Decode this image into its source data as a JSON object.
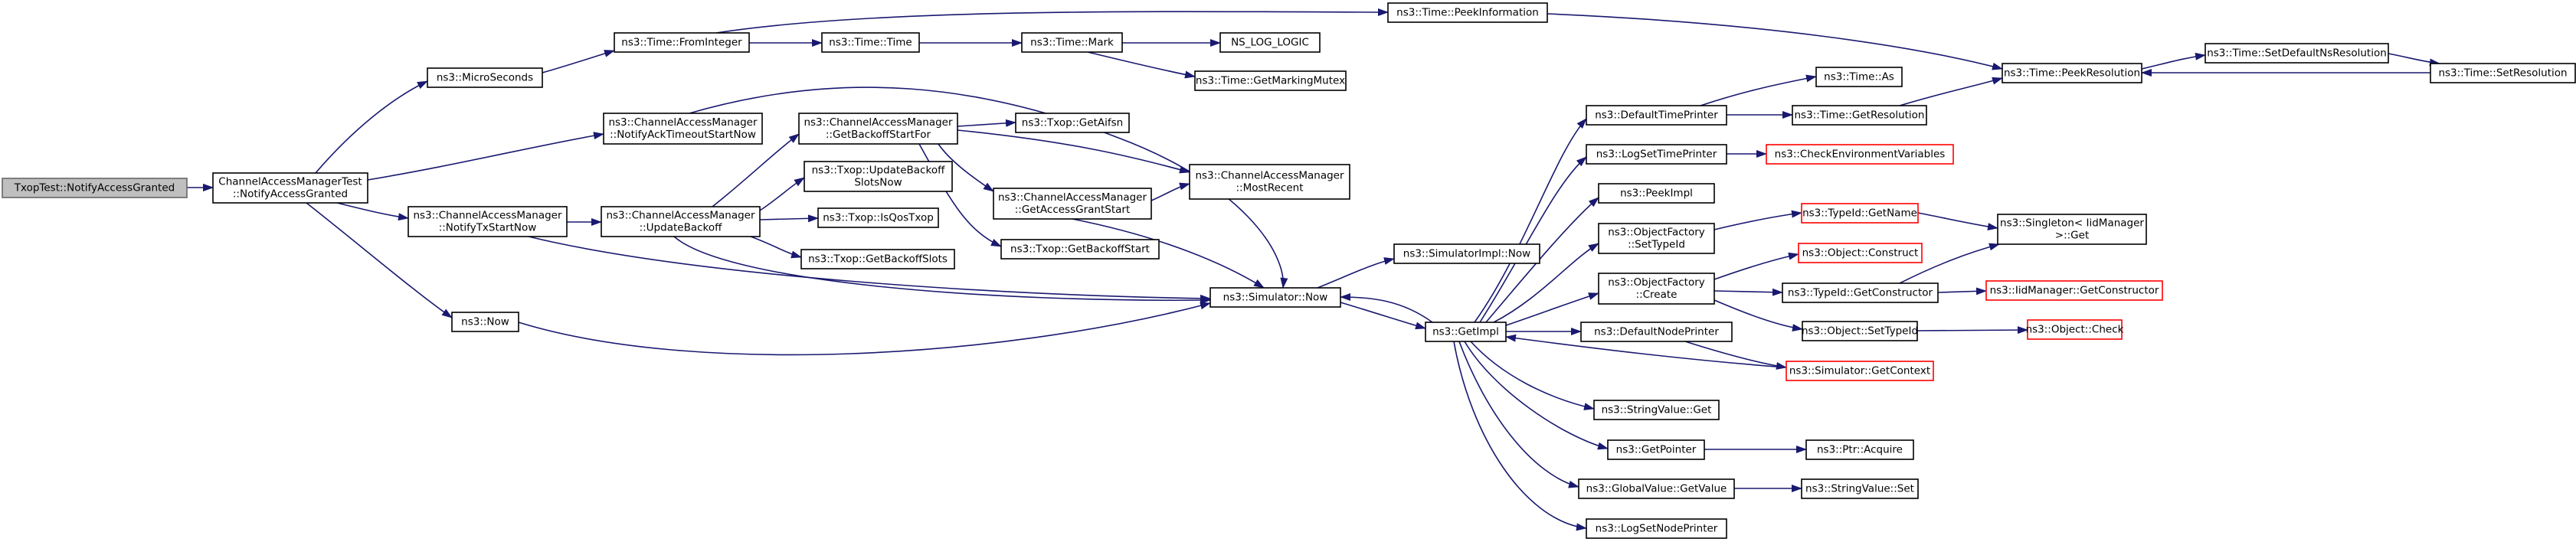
{
  "graph": {
    "edge_color": "#191970",
    "truncated_border_color": "#ff0000",
    "root_fill": "#bfbfbf",
    "nodes": [
      {
        "id": "root",
        "lines": [
          "TxopTest::NotifyAccessGranted"
        ],
        "style": "root"
      },
      {
        "id": "camt",
        "lines": [
          "ChannelAccessManagerTest",
          "::NotifyAccessGranted"
        ]
      },
      {
        "id": "micro",
        "lines": [
          "ns3::MicroSeconds"
        ]
      },
      {
        "id": "ackto",
        "lines": [
          "ns3::ChannelAccessManager",
          "::NotifyAckTimeoutStartNow"
        ]
      },
      {
        "id": "txstart",
        "lines": [
          "ns3::ChannelAccessManager",
          "::NotifyTxStartNow"
        ]
      },
      {
        "id": "now",
        "lines": [
          "ns3::Now"
        ]
      },
      {
        "id": "fromint",
        "lines": [
          "ns3::Time::FromInteger"
        ]
      },
      {
        "id": "updbo",
        "lines": [
          "ns3::ChannelAccessManager",
          "::UpdateBackoff"
        ]
      },
      {
        "id": "timetime",
        "lines": [
          "ns3::Time::Time"
        ]
      },
      {
        "id": "getbsf",
        "lines": [
          "ns3::ChannelAccessManager",
          "::GetBackoffStartFor"
        ]
      },
      {
        "id": "txupd",
        "lines": [
          "ns3::Txop::UpdateBackoff",
          "SlotsNow"
        ]
      },
      {
        "id": "isqos",
        "lines": [
          "ns3::Txop::IsQosTxop"
        ]
      },
      {
        "id": "getbos",
        "lines": [
          "ns3::Txop::GetBackoffSlots"
        ]
      },
      {
        "id": "mark",
        "lines": [
          "ns3::Time::Mark"
        ]
      },
      {
        "id": "aifsn",
        "lines": [
          "ns3::Txop::GetAifsn"
        ]
      },
      {
        "id": "gags",
        "lines": [
          "ns3::ChannelAccessManager",
          "::GetAccessGrantStart"
        ]
      },
      {
        "id": "getbostart",
        "lines": [
          "ns3::Txop::GetBackoffStart"
        ]
      },
      {
        "id": "simnow",
        "lines": [
          "ns3::Simulator::Now"
        ]
      },
      {
        "id": "nslog",
        "lines": [
          "NS_LOG_LOGIC"
        ]
      },
      {
        "id": "markmutex",
        "lines": [
          "ns3::Time::GetMarkingMutex"
        ]
      },
      {
        "id": "mostrecent",
        "lines": [
          "ns3::ChannelAccessManager",
          "::MostRecent"
        ]
      },
      {
        "id": "peekinfo",
        "lines": [
          "ns3::Time::PeekInformation"
        ]
      },
      {
        "id": "simimplnow",
        "lines": [
          "ns3::SimulatorImpl::Now"
        ]
      },
      {
        "id": "getimpl",
        "lines": [
          "ns3::GetImpl"
        ]
      },
      {
        "id": "deftp",
        "lines": [
          "ns3::DefaultTimePrinter"
        ]
      },
      {
        "id": "logstp",
        "lines": [
          "ns3::LogSetTimePrinter"
        ]
      },
      {
        "id": "peekimpl",
        "lines": [
          "ns3::PeekImpl"
        ]
      },
      {
        "id": "ofsettid",
        "lines": [
          "ns3::ObjectFactory",
          "::SetTypeId"
        ]
      },
      {
        "id": "ofcreate",
        "lines": [
          "ns3::ObjectFactory",
          "::Create"
        ]
      },
      {
        "id": "defnp",
        "lines": [
          "ns3::DefaultNodePrinter"
        ]
      },
      {
        "id": "strvget",
        "lines": [
          "ns3::StringValue::Get"
        ]
      },
      {
        "id": "getptr",
        "lines": [
          "ns3::GetPointer"
        ]
      },
      {
        "id": "gvget",
        "lines": [
          "ns3::GlobalValue::GetValue"
        ]
      },
      {
        "id": "logsnp",
        "lines": [
          "ns3::LogSetNodePrinter"
        ]
      },
      {
        "id": "timeas",
        "lines": [
          "ns3::Time::As"
        ]
      },
      {
        "id": "timegetres",
        "lines": [
          "ns3::Time::GetResolution"
        ]
      },
      {
        "id": "checkenv",
        "lines": [
          "ns3::CheckEnvironmentVariables"
        ],
        "style": "trunc"
      },
      {
        "id": "tidgetname",
        "lines": [
          "ns3::TypeId::GetName"
        ],
        "style": "trunc"
      },
      {
        "id": "objconstruct",
        "lines": [
          "ns3::Object::Construct"
        ],
        "style": "trunc"
      },
      {
        "id": "tidgetctor",
        "lines": [
          "ns3::TypeId::GetConstructor"
        ]
      },
      {
        "id": "objsettid",
        "lines": [
          "ns3::Object::SetTypeId"
        ]
      },
      {
        "id": "simgetctx",
        "lines": [
          "ns3::Simulator::GetContext"
        ],
        "style": "trunc"
      },
      {
        "id": "ptracquire",
        "lines": [
          "ns3::Ptr::Acquire"
        ]
      },
      {
        "id": "strvset",
        "lines": [
          "ns3::StringValue::Set"
        ]
      },
      {
        "id": "peekres",
        "lines": [
          "ns3::Time::PeekResolution"
        ]
      },
      {
        "id": "singleton",
        "lines": [
          "ns3::Singleton< IidManager",
          "&gt;::Get"
        ]
      },
      {
        "id": "iidgetctor",
        "lines": [
          "ns3::IidManager::GetConstructor"
        ],
        "style": "trunc"
      },
      {
        "id": "objcheck",
        "lines": [
          "ns3::Object::Check"
        ],
        "style": "trunc"
      },
      {
        "id": "setdefns",
        "lines": [
          "ns3::Time::SetDefaultNsResolution"
        ]
      },
      {
        "id": "setres",
        "lines": [
          "ns3::Time::SetResolution"
        ]
      }
    ]
  }
}
